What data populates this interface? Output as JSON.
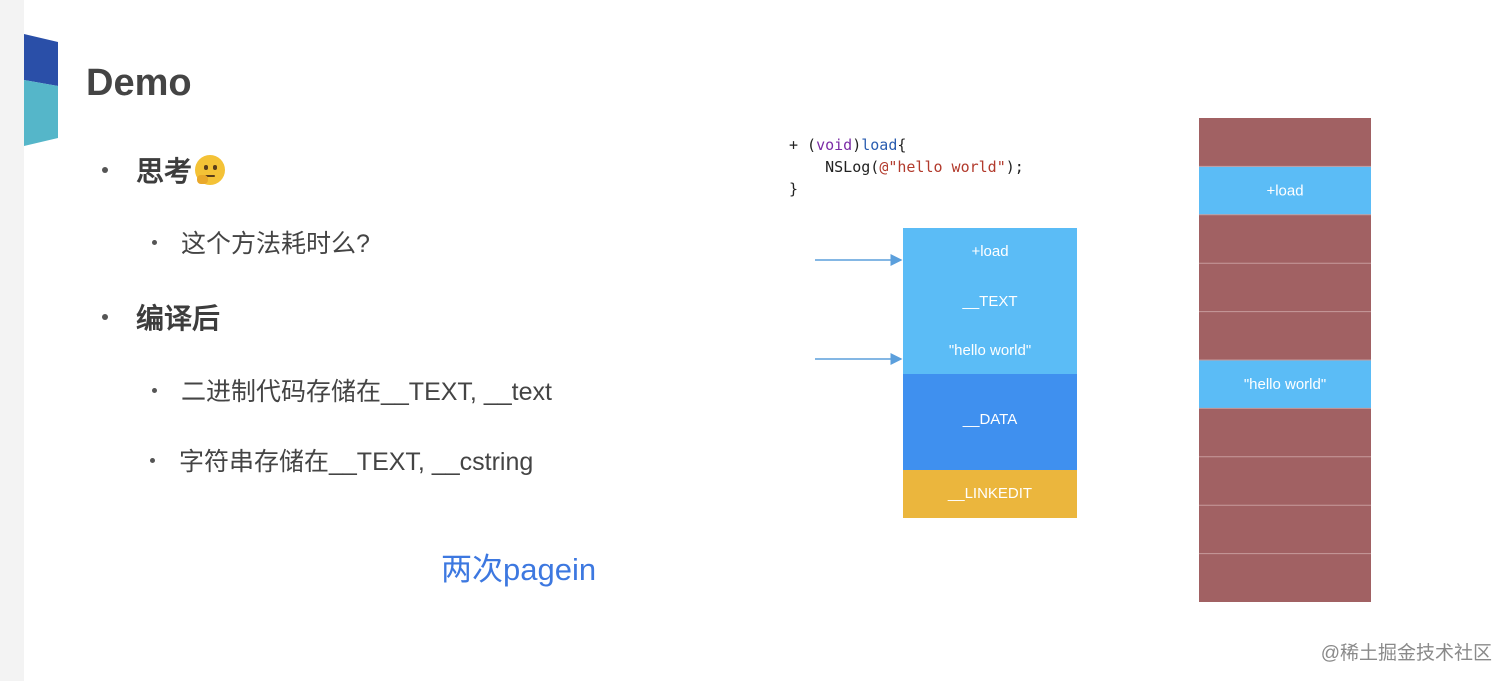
{
  "slide": {
    "title": "Demo",
    "bullets": [
      {
        "text": "思考",
        "icon": "thinking-face-emoji"
      },
      {
        "text": "这个方法耗时么?"
      },
      {
        "text": "编译后"
      },
      {
        "text": "二进制代码存储在__TEXT, __text"
      },
      {
        "text": "字符串存储在__TEXT, __cstring"
      }
    ],
    "highlight": "两次pagein"
  },
  "code": {
    "line1_prefix": "+ (",
    "line1_keyword": "void",
    "line1_mid": ")",
    "line1_fn": "load",
    "line1_suffix": "{",
    "line2_prefix": "    NSLog(",
    "line2_string": "@\"hello world\"",
    "line2_suffix": ");",
    "line3": "}"
  },
  "binary_segments": {
    "labels": [
      "+load",
      "__TEXT",
      "\"hello world\"",
      "__DATA",
      "__LINKEDIT"
    ],
    "colors": {
      "text": "#5bbcf6",
      "data": "#3f90ef",
      "linkedit": "#ebb63d"
    }
  },
  "memory_pages": {
    "count": 10,
    "highlighted": [
      {
        "page": 2,
        "label": "+load"
      },
      {
        "page": 6,
        "label": "\"hello world\""
      }
    ],
    "colors": {
      "page": "#a16163",
      "highlight": "#5bbcf6",
      "divider": "#c79b9c"
    }
  },
  "watermark": "@稀土掘金技术社区",
  "colors": {
    "arrow": "#5b9fdc",
    "accent_text": "#3d78e0"
  }
}
